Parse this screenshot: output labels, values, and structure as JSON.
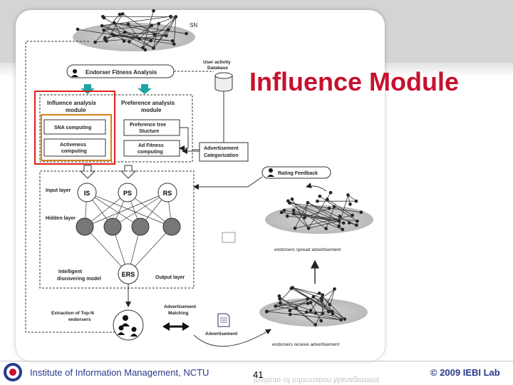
{
  "slide": {
    "title": "Influence Module",
    "footer_institute": "Institute of Information Management, NCTU",
    "page_number": "41",
    "copyright": "© 2009 IEBI Lab",
    "mirror_text": "Institute of Information Management"
  },
  "diagram": {
    "sn_label": "SN",
    "endorser_fitness": "Endorser Fitness Analysis",
    "user_activity_db": [
      "User activity",
      "Database"
    ],
    "influence_module": [
      "Influence analysis",
      "module"
    ],
    "preference_module": [
      "Preference analysis",
      "module"
    ],
    "sna_computing": "SNA computing",
    "activeness_computing": [
      "Activeness",
      "computing"
    ],
    "preference_tree": [
      "Preference tree",
      "Stucture"
    ],
    "ad_fitness": [
      "Ad Fitness",
      "computing"
    ],
    "ad_categorization": [
      "Advertisement",
      "Categorization"
    ],
    "rating_feedback": "Rating Feedback",
    "input_layer": "Input layer",
    "hidden_layer": "Hidden layer",
    "output_layer": "Output layer",
    "intelligent_model": [
      "Intelligent",
      "discovering model"
    ],
    "input_nodes": [
      "IS",
      "PS",
      "RS"
    ],
    "output_node": "ERS",
    "extraction": [
      "Extraction of Top-N",
      "endorsers"
    ],
    "ad_matching": [
      "Advertisement",
      "Matching"
    ],
    "advertisement": "Advertisement",
    "spread_label": "endorsers spread advertisement",
    "receive_label": "endorsers receive advertisement"
  },
  "colors": {
    "title": "#c8102e",
    "highlight_red": "#e0201c",
    "highlight_orange": "#d4801c",
    "footer_text": "#2a3a8c",
    "hidden_node": "#777777",
    "arrow_teal": "#1fa3a3",
    "graph_cloud": "#cfcfcf"
  }
}
